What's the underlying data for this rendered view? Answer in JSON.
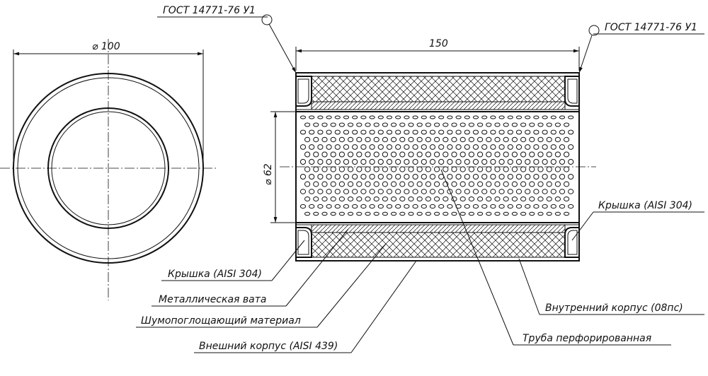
{
  "dimensions": {
    "outer_diameter": "⌀ 100",
    "length": "150",
    "inner_diameter": "⌀ 62"
  },
  "weld_marks": {
    "left": "ГОСТ 14771-76 У1",
    "right": "ГОСТ 14771-76 У1"
  },
  "callouts": {
    "cover_right": "Крышка (AISI 304)",
    "cover_left": "Крышка (AISI 304)",
    "metal_wool": "Металлическая вата",
    "sound_absorbing": "Шумопоглощающий материал",
    "outer_body": "Внешний корпус (AISI 439)",
    "inner_body": "Внутренний корпус (08пс)",
    "perforated_pipe": "Труба перфорированная"
  }
}
